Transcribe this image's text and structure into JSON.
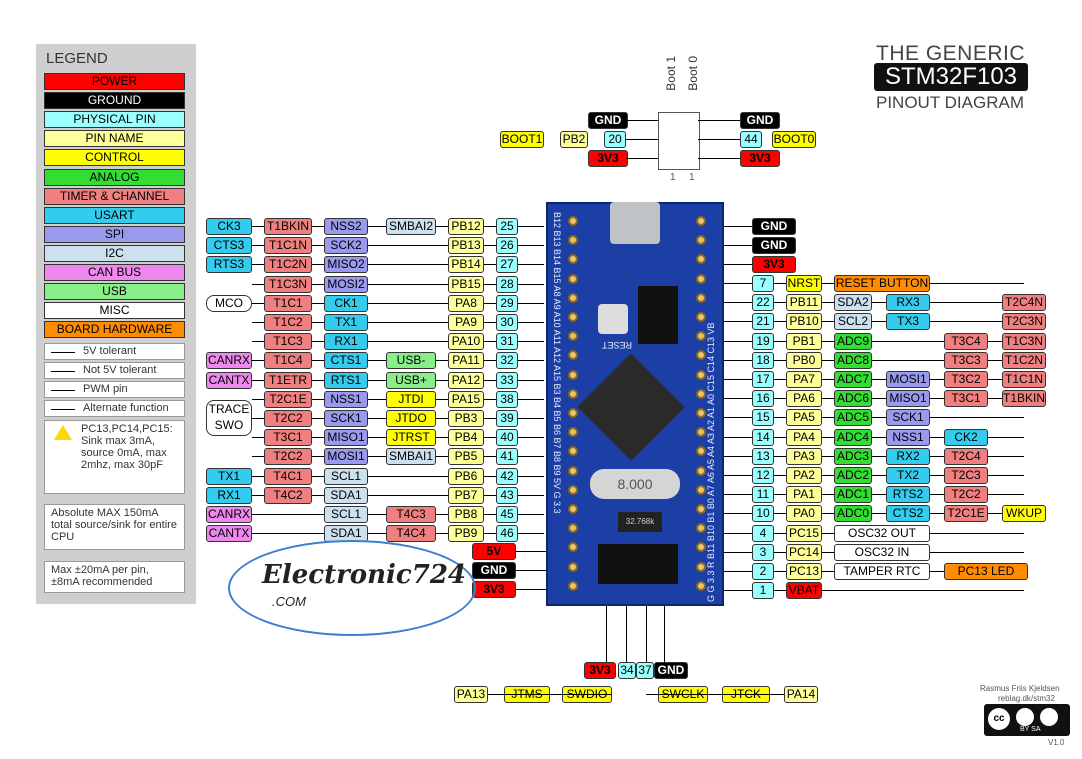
{
  "legend": {
    "title": "LEGEND",
    "items": [
      {
        "label": "POWER",
        "bg": "#ff0000",
        "fg": "#000"
      },
      {
        "label": "GROUND",
        "bg": "#000000",
        "fg": "#fff"
      },
      {
        "label": "PHYSICAL PIN",
        "bg": "#99ffff",
        "fg": "#000"
      },
      {
        "label": "PIN NAME",
        "bg": "#ffff99",
        "fg": "#000"
      },
      {
        "label": "CONTROL",
        "bg": "#ffff00",
        "fg": "#000"
      },
      {
        "label": "ANALOG",
        "bg": "#33dd33",
        "fg": "#000"
      },
      {
        "label": "TIMER & CHANNEL",
        "bg": "#f08080",
        "fg": "#000"
      },
      {
        "label": "USART",
        "bg": "#33ccee",
        "fg": "#000"
      },
      {
        "label": "SPI",
        "bg": "#9999ee",
        "fg": "#000"
      },
      {
        "label": "I2C",
        "bg": "#cce0ee",
        "fg": "#000"
      },
      {
        "label": "CAN BUS",
        "bg": "#ee88ee",
        "fg": "#000"
      },
      {
        "label": "USB",
        "bg": "#88ee88",
        "fg": "#000"
      },
      {
        "label": "MISC",
        "bg": "#ffffff",
        "fg": "#000"
      },
      {
        "label": "BOARD HARDWARE",
        "bg": "#ff8c00",
        "fg": "#000"
      }
    ],
    "symbols": [
      "5V tolerant",
      "Not 5V tolerant",
      "PWM pin",
      "Alternate function"
    ],
    "warning_note": "PC13,PC14,PC15: Sink max 3mA, source 0mA, max 2mhz, max 30pF",
    "max_note": "Absolute MAX 150mA total source/sink for entire CPU",
    "per_pin_note": "Max ±20mA per pin, ±8mA recommended"
  },
  "title": {
    "line1": "THE GENERIC",
    "line2": "STM32F103",
    "line3": "PINOUT DIAGRAM"
  },
  "credit": {
    "author": "Rasmus Friis Kjeldsen",
    "url": "reblag.dk/stm32",
    "version": "V1.0",
    "license": "BY SA"
  },
  "watermark": {
    "text": "Electronic724",
    "sub": ".COM"
  },
  "boot": {
    "labels": [
      "Boot 1",
      "Boot 0"
    ],
    "left_rows": [
      [
        "GND"
      ],
      [
        "BOOT1",
        "PB2",
        "20"
      ],
      [
        "3V3"
      ]
    ],
    "right_rows": [
      [
        "GND"
      ],
      [
        "44",
        "BOOT0"
      ],
      [
        "3V3"
      ]
    ],
    "pin_num": "1"
  },
  "left_pins": [
    [
      "CK3",
      "T1BKIN",
      "NSS2",
      "SMBAI2",
      "PB12",
      "25"
    ],
    [
      "CTS3",
      "T1C1N",
      "SCK2",
      "",
      "PB13",
      "26"
    ],
    [
      "RTS3",
      "T1C2N",
      "MISO2",
      "",
      "PB14",
      "27"
    ],
    [
      "",
      "T1C3N",
      "MOSI2",
      "",
      "PB15",
      "28"
    ],
    [
      "MCO",
      "T1C1",
      "CK1",
      "",
      "PA8",
      "29"
    ],
    [
      "",
      "T1C2",
      "TX1",
      "",
      "PA9",
      "30"
    ],
    [
      "",
      "T1C3",
      "RX1",
      "",
      "PA10",
      "31"
    ],
    [
      "CANRX",
      "T1C4",
      "CTS1",
      "USB-",
      "PA11",
      "32"
    ],
    [
      "CANTX",
      "T1ETR",
      "RTS1",
      "USB+",
      "PA12",
      "33"
    ],
    [
      "",
      "T2C1E",
      "NSS1",
      "JTDI",
      "PA15",
      "38"
    ],
    [
      "TRACE SWO",
      "T2C2",
      "SCK1",
      "JTDO",
      "PB3",
      "39"
    ],
    [
      "",
      "T3C1",
      "MISO1",
      "JTRST",
      "PB4",
      "40"
    ],
    [
      "",
      "T2C2",
      "MOSI1",
      "SMBAI1",
      "PB5",
      "41"
    ],
    [
      "TX1",
      "T4C1",
      "SCL1",
      "",
      "PB6",
      "42"
    ],
    [
      "RX1",
      "T4C2",
      "SDA1",
      "",
      "PB7",
      "43"
    ],
    [
      "CANRX",
      "",
      "SCL1",
      "T4C3",
      "PB8",
      "45"
    ],
    [
      "CANTX",
      "",
      "SDA1",
      "T4C4",
      "PB9",
      "46"
    ]
  ],
  "left_power": [
    "5V",
    "GND",
    "3V3"
  ],
  "right_top": [
    "GND",
    "GND",
    "3V3"
  ],
  "right_pins": [
    [
      "7",
      "NRST",
      "RESET BUTTON",
      "",
      "",
      "",
      ""
    ],
    [
      "22",
      "PB11",
      "SDA2",
      "RX3",
      "",
      "",
      "T2C4N"
    ],
    [
      "21",
      "PB10",
      "SCL2",
      "TX3",
      "",
      "",
      "T2C3N"
    ],
    [
      "19",
      "PB1",
      "ADC9",
      "",
      "",
      "T3C4",
      "T1C3N"
    ],
    [
      "18",
      "PB0",
      "ADC8",
      "",
      "",
      "T3C3",
      "T1C2N"
    ],
    [
      "17",
      "PA7",
      "ADC7",
      "MOSI1",
      "",
      "T3C2",
      "T1C1N"
    ],
    [
      "16",
      "PA6",
      "ADC6",
      "MISO1",
      "",
      "T3C1",
      "T1BKIN"
    ],
    [
      "15",
      "PA5",
      "ADC5",
      "SCK1",
      "",
      "",
      ""
    ],
    [
      "14",
      "PA4",
      "ADC4",
      "NSS1",
      "CK2",
      "",
      ""
    ],
    [
      "13",
      "PA3",
      "ADC3",
      "RX2",
      "T2C4",
      "",
      ""
    ],
    [
      "12",
      "PA2",
      "ADC2",
      "TX2",
      "T2C3",
      "",
      ""
    ],
    [
      "11",
      "PA1",
      "ADC1",
      "RTS2",
      "T2C2",
      "",
      ""
    ],
    [
      "10",
      "PA0",
      "ADC0",
      "CTS2",
      "T2C1E",
      "WKUP",
      ""
    ],
    [
      "4",
      "PC15",
      "OSC32 OUT",
      "",
      "",
      "",
      ""
    ],
    [
      "3",
      "PC14",
      "OSC32 IN",
      "",
      "",
      "",
      ""
    ],
    [
      "2",
      "PC13",
      "TAMPER RTC",
      "PC13 LED",
      "",
      "",
      ""
    ],
    [
      "1",
      "VBAT",
      "",
      "",
      "",
      "",
      ""
    ]
  ],
  "bottom": {
    "power": [
      "3V3",
      "34",
      "37",
      "GND"
    ],
    "left": [
      "PA13",
      "JTMS",
      "SWDIO"
    ],
    "right": [
      "SWCLK",
      "JTCK",
      "PA14"
    ]
  },
  "board_silk": {
    "left_edge": "B12 B13 B14 B15 A8 A9 A10 A11 A12 A15 B3 B4 B5 B6 B7 B8 B9 5V G 3.3",
    "right_edge": "G G 3.3 R B11 B10 B1 B0 A7 A6 A5 A4 A3 A2 A1 A0 C15 C14 C13 VB",
    "reset": "RESET",
    "crystal": "8.000",
    "rtc_crystal": "32.768k"
  },
  "colors": {
    "power": "#ff0000",
    "ground": "#000000",
    "physical": "#99ffff",
    "pinname": "#ffff99",
    "control": "#ffff00",
    "analog": "#33dd33",
    "timer": "#f08080",
    "usart": "#33ccee",
    "spi": "#9999ee",
    "i2c": "#cce0ee",
    "can": "#ee88ee",
    "usb": "#88ee88",
    "misc": "#ffffff",
    "hw": "#ff8c00",
    "pcb": "#1c3fa6"
  }
}
